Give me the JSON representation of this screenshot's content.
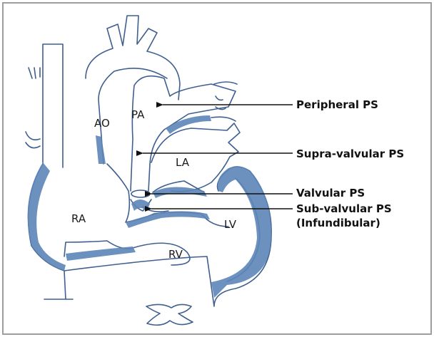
{
  "colors": {
    "outline": "#3f5f8f",
    "fill": "#5d86b8",
    "pointer": "#111111",
    "frame_border": "#9e9e9e"
  },
  "chambers": {
    "ao": "AO",
    "pa": "PA",
    "la": "LA",
    "ra": "RA",
    "lv": "LV",
    "rv": "RV"
  },
  "callouts": {
    "peripheral": "Peripheral PS",
    "supra_valvular": "Supra-valvular PS",
    "valvular": "Valvular PS",
    "sub_valvular_line1": "Sub-valvular PS",
    "sub_valvular_line2": "(Infundibular)"
  }
}
